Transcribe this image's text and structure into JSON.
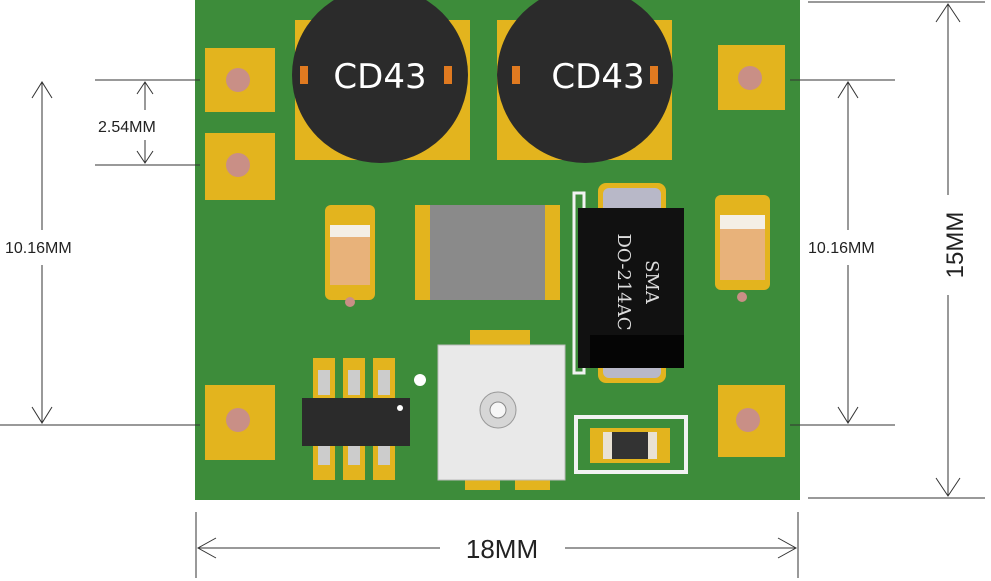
{
  "board": {
    "inductor_label_1": "CD43",
    "inductor_label_2": "CD43",
    "diode_line1": "SMA",
    "diode_line2": "DO-214AC"
  },
  "dimensions": {
    "pitch": "2.54MM",
    "left_span": "10.16MM",
    "right_span": "10.16MM",
    "height": "15MM",
    "width": "18MM"
  },
  "colors": {
    "pcb": "#3d8c3a",
    "pad": "#e3b41e",
    "hole": "#c98f86",
    "inductor": "#2b2b2b"
  }
}
